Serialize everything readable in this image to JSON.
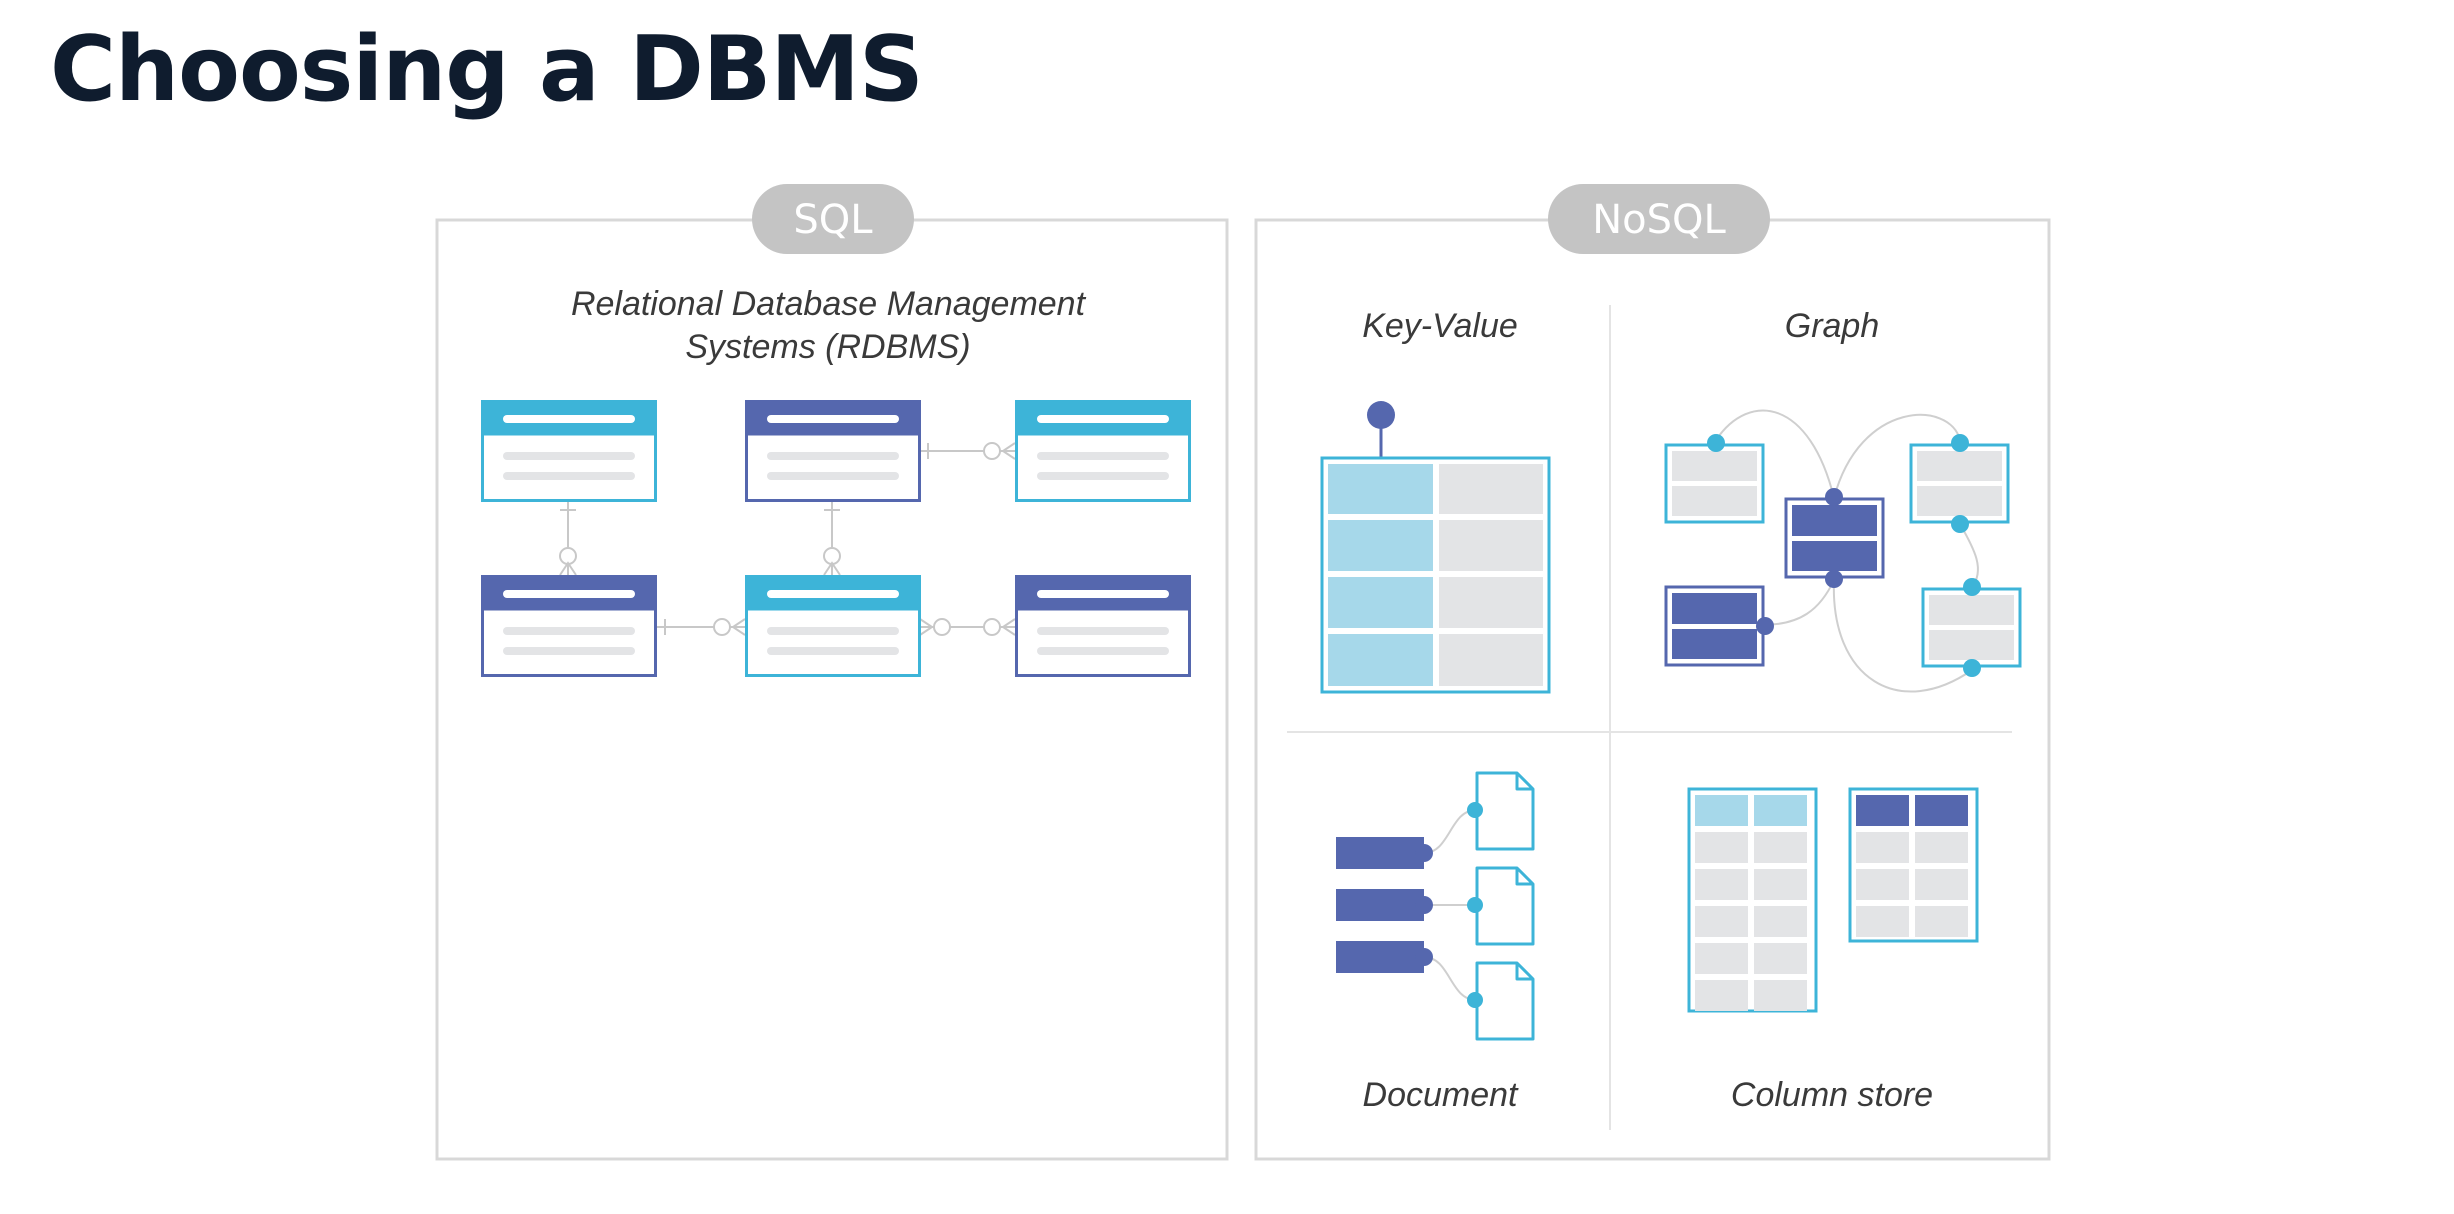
{
  "page": {
    "title": "Choosing a DBMS"
  },
  "sql": {
    "badge": "SQL",
    "caption_line1": "Relational Database Management",
    "caption_line2": "Systems (RDBMS)"
  },
  "nosql": {
    "badge": "NoSQL",
    "key_value": "Key-Value",
    "graph": "Graph",
    "document": "Document",
    "column_store": "Column store"
  },
  "colors": {
    "cyan": "#3db4d8",
    "indigo": "#5567ae",
    "light_blue": "#a6d8ea",
    "light_gray": "#e3e4e6",
    "pill_gray": "#c4c4c4",
    "border_gray": "#d8d8d8",
    "title": "#0f1c2e"
  }
}
